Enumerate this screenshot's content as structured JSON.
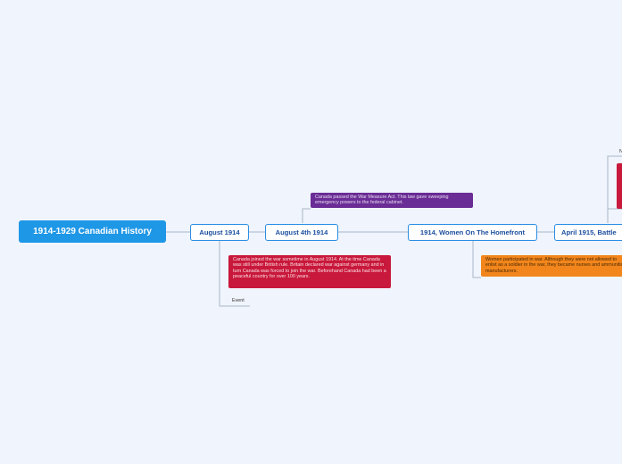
{
  "root": {
    "title": "1914-1929 Canadian History"
  },
  "nodes": {
    "august_1914": "August 1914",
    "august_4th_1914": "August 4th 1914",
    "women_homefront": "1914, Women On The Homefront",
    "april_1915": "April 1915, Battle"
  },
  "notes": {
    "war_measure_act": "Canada passed the War Measure Act. This law gave sweeping emergency powers to the federal cabinet.",
    "joined_war": "Canada joined the war sometime in August 1914. At the time Canada was still under British rule. Britain declared war against germany and in turn Canada was forced to join the war. Beforehand Canada had been a peaceful country for over 100 years.",
    "women_war": "Women participated in war. Although they were not allowed to enlist as a soldier in the war, they became nurses and ammunition manufacturers."
  },
  "labels": {
    "event": "Event",
    "partial_n": "N"
  },
  "colors": {
    "background": "#f0f4fc",
    "root": "#1e97e6",
    "topic_border": "#2a8ee4",
    "topic_text": "#1a4d9e",
    "purple_note": "#6a2c95",
    "red_note": "#c8183b",
    "orange_note": "#f2861c",
    "connector": "#a9b7c9"
  }
}
